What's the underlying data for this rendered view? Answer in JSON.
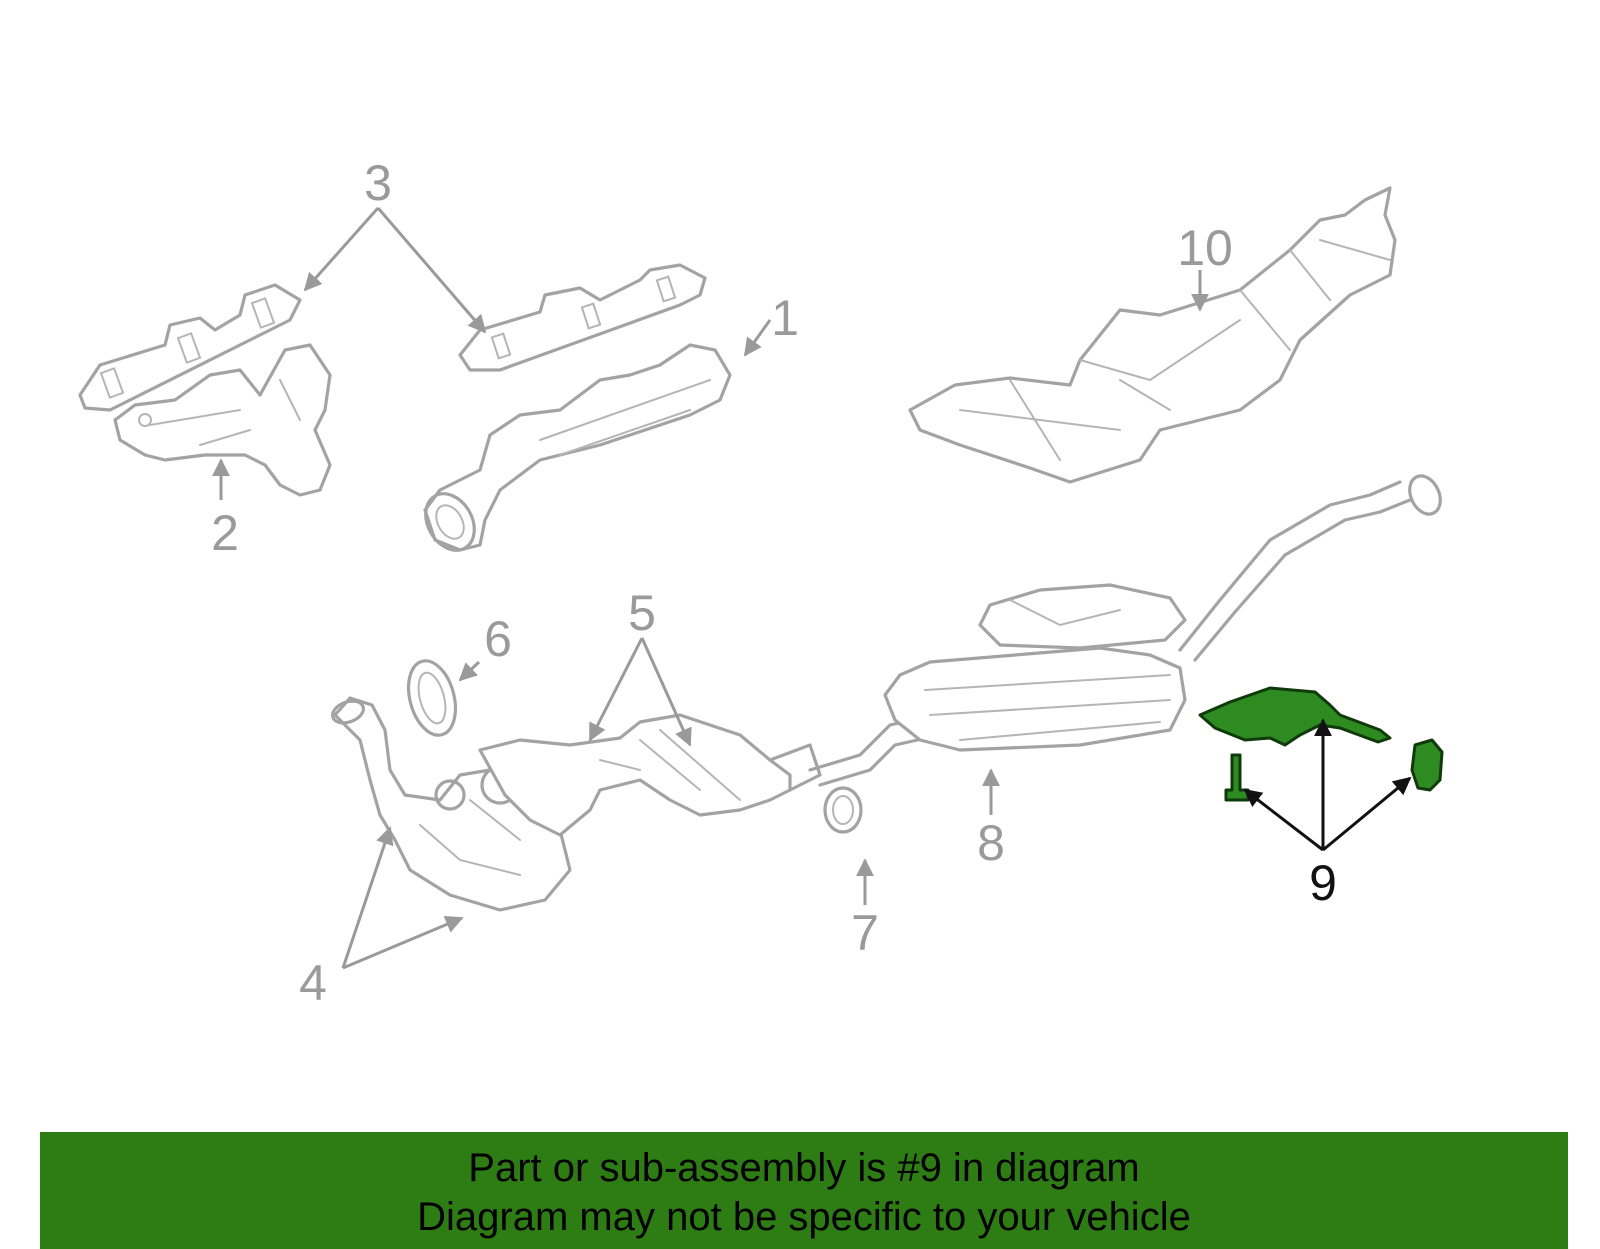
{
  "diagram": {
    "callouts": [
      "1",
      "2",
      "3",
      "4",
      "5",
      "6",
      "7",
      "8",
      "9",
      "10"
    ],
    "highlighted_callout": "9",
    "highlight_color": "#2e8b22",
    "part_line_color": "#a3a3a3"
  },
  "banner": {
    "line1": "Part or sub-assembly is #9 in diagram",
    "line2": "Diagram may not be specific to your vehicle",
    "background_color": "#2e7d14"
  }
}
